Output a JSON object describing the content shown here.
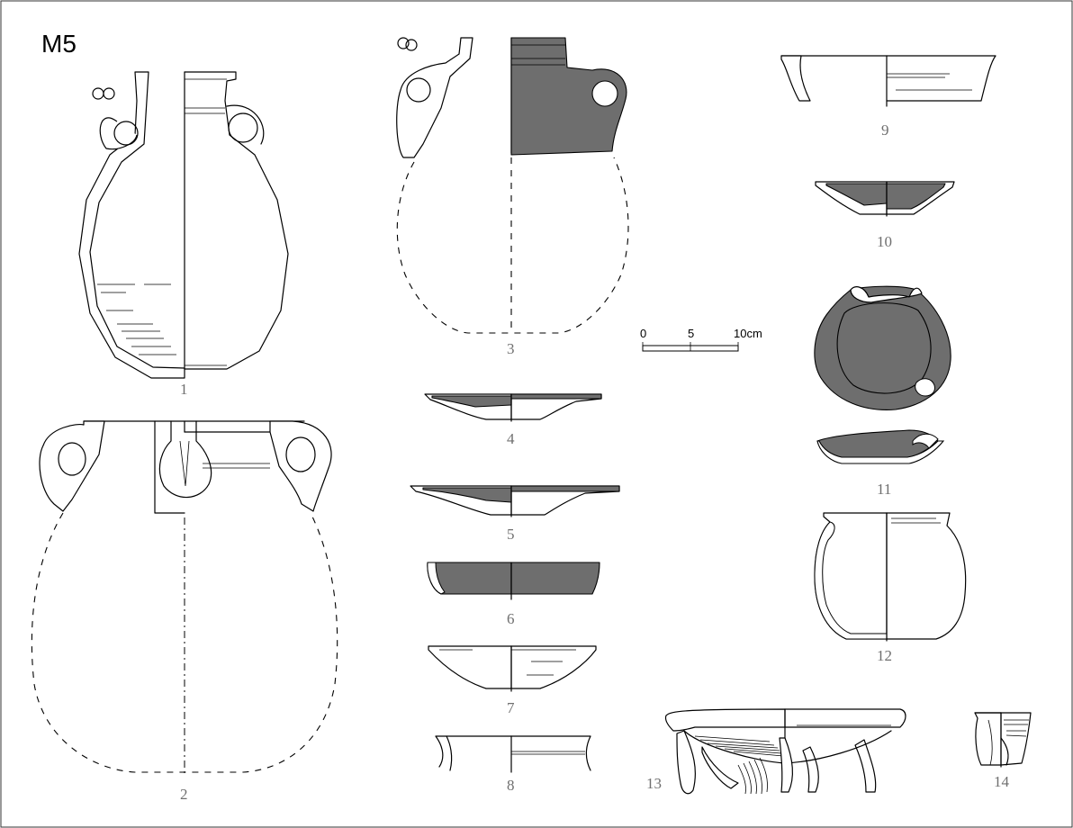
{
  "plate": {
    "label": "M5"
  },
  "colors": {
    "slip": "#6e6e6e",
    "ink": "#000000",
    "numeral": "#6f6f6f",
    "frame": "#333333"
  },
  "figures": [
    {
      "number": "1",
      "kind": "two-handled jug"
    },
    {
      "number": "2",
      "kind": "amphora"
    },
    {
      "number": "3",
      "kind": "two-handled jug"
    },
    {
      "number": "4",
      "kind": "dish"
    },
    {
      "number": "5",
      "kind": "dish"
    },
    {
      "number": "6",
      "kind": "bowl"
    },
    {
      "number": "7",
      "kind": "bowl"
    },
    {
      "number": "8",
      "kind": "rim fragment"
    },
    {
      "number": "9",
      "kind": "bowl"
    },
    {
      "number": "10",
      "kind": "dish"
    },
    {
      "number": "11",
      "kind": "lamp"
    },
    {
      "number": "12",
      "kind": "pot"
    },
    {
      "number": "13",
      "kind": "tripod bowl"
    },
    {
      "number": "14",
      "kind": "cup"
    }
  ],
  "scale": {
    "ticks": [
      "0",
      "5",
      "10cm"
    ]
  }
}
